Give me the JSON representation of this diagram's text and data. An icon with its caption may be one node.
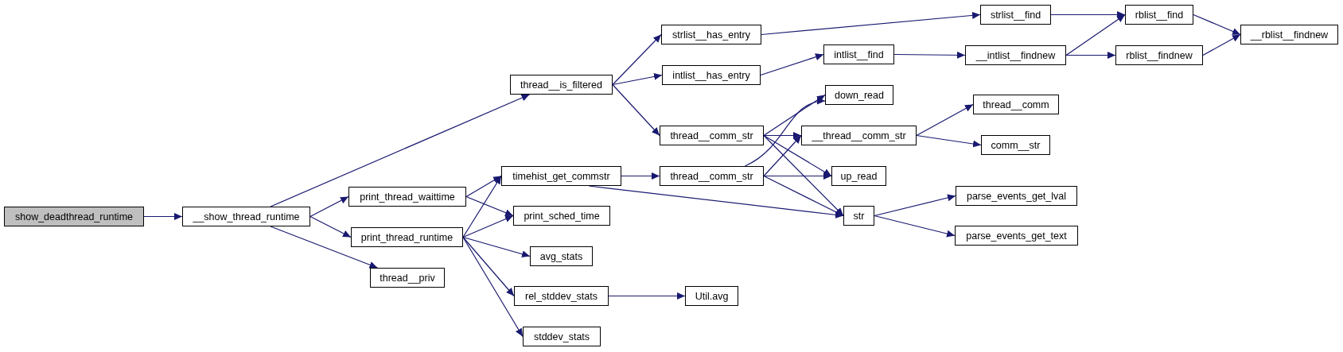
{
  "diagram": {
    "nodes": [
      {
        "text": [
          "show_deadthread_runtime"
        ]
      },
      {
        "text": [
          "__show_thread_runtime"
        ]
      },
      {
        "text": [
          "thread__is_filtered"
        ]
      },
      {
        "text": [
          "print_thread_waittime"
        ]
      },
      {
        "text": [
          "print_thread_runtime"
        ]
      },
      {
        "text": [
          "thread__priv"
        ]
      },
      {
        "text": [
          "strlist__has_entry"
        ]
      },
      {
        "text": [
          "intlist__has_entry"
        ]
      },
      {
        "text": [
          "thread__comm_str"
        ]
      },
      {
        "text": [
          "timehist_get_commstr"
        ]
      },
      {
        "text": [
          "thread__comm_str"
        ]
      },
      {
        "text": [
          "print_sched_time"
        ]
      },
      {
        "text": [
          "avg_stats"
        ]
      },
      {
        "text": [
          "rel_stddev_stats"
        ]
      },
      {
        "text": [
          "stddev_stats"
        ]
      },
      {
        "text": [
          "Util.avg"
        ]
      },
      {
        "text": [
          "intlist__find"
        ]
      },
      {
        "text": [
          "down_read"
        ]
      },
      {
        "text": [
          "__thread__comm_str"
        ]
      },
      {
        "text": [
          "up_read"
        ]
      },
      {
        "text": [
          "str"
        ]
      },
      {
        "text": [
          "strlist__find"
        ]
      },
      {
        "text": [
          "__intlist__findnew"
        ]
      },
      {
        "text": [
          "thread__comm"
        ]
      },
      {
        "text": [
          "comm__str"
        ]
      },
      {
        "text": [
          "parse_events_get_lval"
        ]
      },
      {
        "text": [
          "parse_events_get_text"
        ]
      },
      {
        "text": [
          "rblist__find"
        ]
      },
      {
        "text": [
          "rblist__findnew"
        ]
      },
      {
        "text": [
          "__rblist__findnew"
        ]
      }
    ],
    "edges": [
      {
        "from": 0,
        "to": 1,
        "arrow": "to"
      },
      {
        "from": 1,
        "to": 2,
        "arrow": "to"
      },
      {
        "from": 1,
        "to": 3,
        "arrow": "to"
      },
      {
        "from": 1,
        "to": 4,
        "arrow": "to"
      },
      {
        "from": 1,
        "to": 5,
        "arrow": "to"
      },
      {
        "from": 2,
        "to": 6,
        "arrow": "to"
      },
      {
        "from": 2,
        "to": 7,
        "arrow": "to"
      },
      {
        "from": 2,
        "to": 8,
        "arrow": "to"
      },
      {
        "from": 3,
        "to": 9,
        "arrow": "to"
      },
      {
        "from": 3,
        "to": 11,
        "arrow": "to"
      },
      {
        "from": 4,
        "to": 9,
        "arrow": "to"
      },
      {
        "from": 4,
        "to": 11,
        "arrow": "to"
      },
      {
        "from": 4,
        "to": 12,
        "arrow": "to"
      },
      {
        "from": 4,
        "to": 13,
        "arrow": "to"
      },
      {
        "from": 4,
        "to": 14,
        "arrow": "to"
      },
      {
        "from": 6,
        "to": 21,
        "arrow": "to"
      },
      {
        "from": 7,
        "to": 16,
        "arrow": "to"
      },
      {
        "from": 8,
        "to": 17,
        "arrow": "to"
      },
      {
        "from": 8,
        "to": 18,
        "arrow": "to"
      },
      {
        "from": 8,
        "to": 19,
        "arrow": "to"
      },
      {
        "from": 8,
        "to": 20,
        "arrow": "to"
      },
      {
        "from": 9,
        "to": 10,
        "arrow": "to"
      },
      {
        "from": 9,
        "to": 20,
        "arrow": "to"
      },
      {
        "from": 10,
        "to": 17,
        "arrow": "to"
      },
      {
        "from": 10,
        "to": 18,
        "arrow": "to"
      },
      {
        "from": 10,
        "to": 19,
        "arrow": "to"
      },
      {
        "from": 10,
        "to": 20,
        "arrow": "to"
      },
      {
        "from": 13,
        "to": 15,
        "arrow": "to"
      },
      {
        "from": 16,
        "to": 22,
        "arrow": "to"
      },
      {
        "from": 18,
        "to": 23,
        "arrow": "to"
      },
      {
        "from": 18,
        "to": 24,
        "arrow": "to"
      },
      {
        "from": 20,
        "to": 25,
        "arrow": "to"
      },
      {
        "from": 20,
        "to": 26,
        "arrow": "to"
      },
      {
        "from": 21,
        "to": 27,
        "arrow": "to"
      },
      {
        "from": 22,
        "to": 27,
        "arrow": "to"
      },
      {
        "from": 22,
        "to": 28,
        "arrow": "to"
      },
      {
        "from": 27,
        "to": 29,
        "arrow": "to"
      },
      {
        "from": 28,
        "to": 29,
        "arrow": "to"
      }
    ]
  }
}
